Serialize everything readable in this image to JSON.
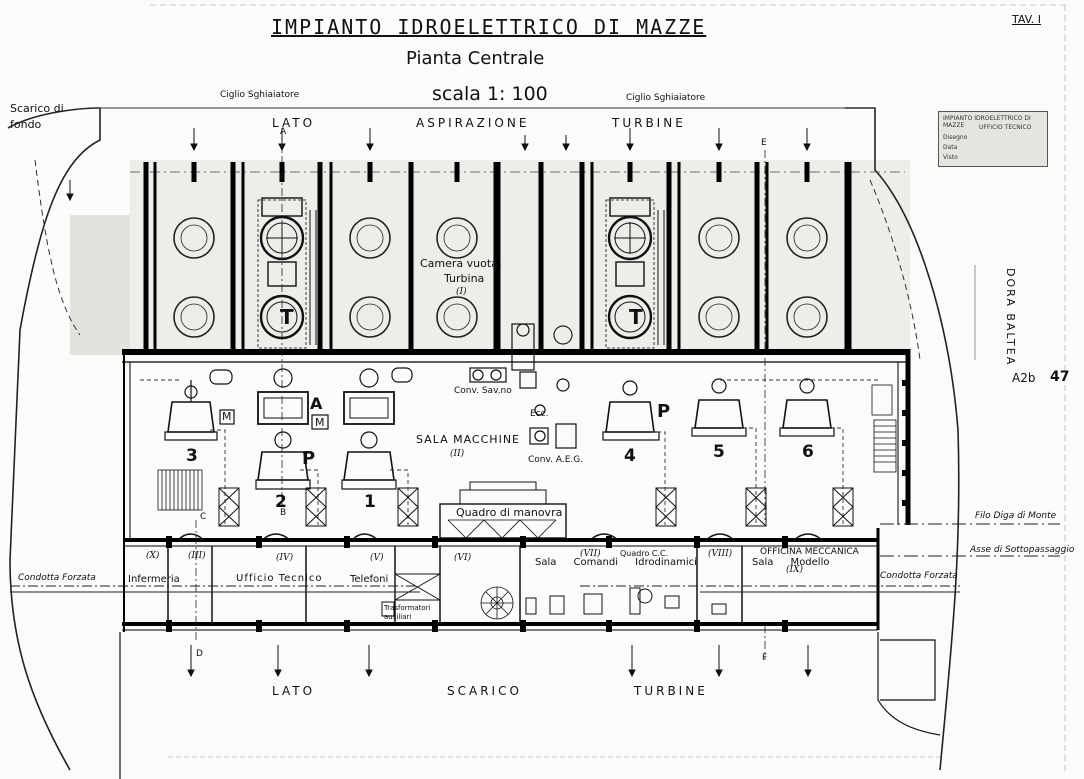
{
  "header": {
    "title": "IMPIANTO IDROELETTRICO DI MAZZE",
    "subtitle": "Pianta Centrale",
    "scale": "scala 1: 100",
    "sheet": "TAV. I",
    "sheet_code": "A2b",
    "sheet_number": "47"
  },
  "orientation": {
    "upstream_left": "LATO",
    "upstream_center": "ASPIRAZIONE",
    "upstream_right": "TURBINE",
    "downstream_left": "LATO",
    "downstream_center": "SCARICO",
    "downstream_right": "TURBINE",
    "ciglio_left": "Ciglio Sghiaiatore",
    "ciglio_right": "Ciglio Sghiaiatore",
    "scarico_fondo": "Scarico di fondo",
    "river": "DORA BALTEA"
  },
  "markers": {
    "a_top": "A",
    "b": "B",
    "c": "C",
    "d": "D",
    "e": "E",
    "f": "F",
    "t1": "T",
    "t2": "T",
    "a_mid": "A",
    "p1": "P",
    "p2": "P",
    "m1": "M",
    "m2": "M"
  },
  "units": [
    "1",
    "2",
    "3",
    "4",
    "5",
    "6"
  ],
  "labels": {
    "camera_vuota": "Camera vuota",
    "turbina": "Turbina",
    "roman_i": "(I)",
    "sala_macchine": "SALA MACCHINE",
    "roman_ii": "(II)",
    "conv_savigliano": "Conv. Sav.no",
    "conv_aeg": "Conv. A.E.G.",
    "ecc": "Ecc.",
    "quadro_manovra": "Quadro di manovra",
    "filo_diga": "Filo Diga di Monte",
    "asse_sottopassaggio": "Asse di Sottopassaggio",
    "condotta_left": "Condotta Forzata",
    "condotta_right": "Condotta Forzata",
    "officina": "OFFICINA MECCANICA",
    "trasformatori": "Trasformatori ausiliari",
    "quadro_cc": "Quadro C.C."
  },
  "rooms": [
    {
      "num": "(X)",
      "name": "Infermeria"
    },
    {
      "num": "(III)",
      "name": ""
    },
    {
      "num": "(IV)",
      "name": "Ufficio Tecnico"
    },
    {
      "num": "(V)",
      "name": "Telefoni"
    },
    {
      "num": "(VI)",
      "name": ""
    },
    {
      "num": "(VII)",
      "name": "Sala Comandi Idrodinamici"
    },
    {
      "num": "(VIII)",
      "name": ""
    },
    {
      "num": "(IX)",
      "name": "Sala Modello"
    }
  ],
  "stamp": {
    "lines": [
      "IMPIANTO IDROELETTRICO DI MAZZE",
      "UFFICIO TECNICO",
      "Disegno",
      "Data",
      "Visto"
    ]
  }
}
